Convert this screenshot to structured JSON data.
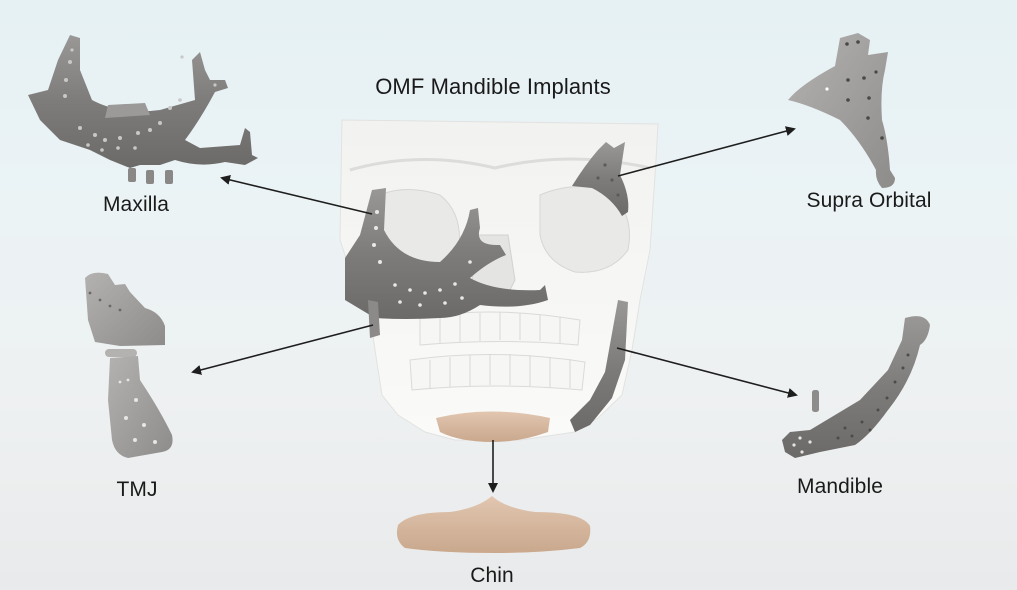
{
  "diagram": {
    "title": "OMF Mandible Implants",
    "center_image": "skull-with-implants",
    "colors": {
      "implant": "#7d7b79",
      "implant_light": "#a8a6a4",
      "bone": "#f4f4f2",
      "chin_implant": "#d9b9a0",
      "arrow": "#1e1e1e",
      "text": "#1a1a1a"
    },
    "implants": [
      {
        "id": "maxilla",
        "label": "Maxilla",
        "position": "top-left"
      },
      {
        "id": "supra-orbital",
        "label": "Supra Orbital",
        "position": "top-right"
      },
      {
        "id": "tmj",
        "label": "TMJ",
        "position": "middle-left"
      },
      {
        "id": "mandible",
        "label": "Mandible",
        "position": "middle-right"
      },
      {
        "id": "chin",
        "label": "Chin",
        "position": "bottom-center"
      }
    ]
  }
}
